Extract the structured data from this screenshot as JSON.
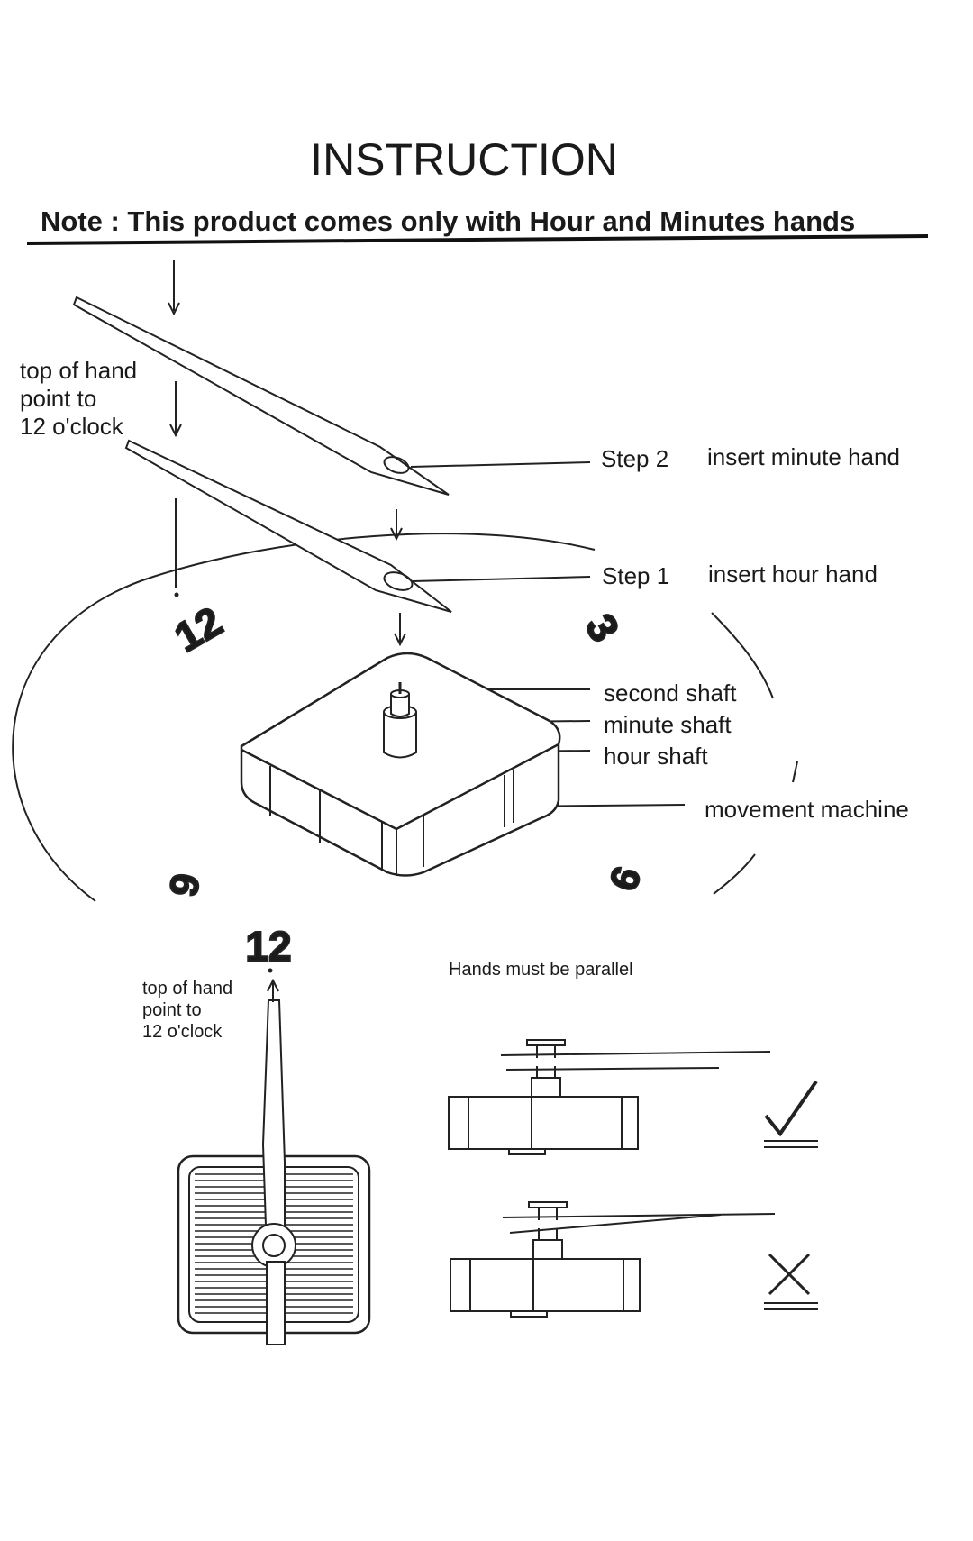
{
  "header": {
    "title": "INSTRUCTION",
    "note": "Note : This product comes only with Hour and Minutes hands"
  },
  "assembly": {
    "hand_tip_label": [
      "top of hand",
      "point to",
      "12 o'clock"
    ],
    "step2": {
      "step": "Step 2",
      "text": "insert minute hand"
    },
    "step1": {
      "step": "Step 1",
      "text": "insert hour hand"
    },
    "shafts": {
      "second": "second shaft",
      "minute": "minute shaft",
      "hour": "hour shaft"
    },
    "movement": "movement  machine",
    "dial_numbers": {
      "n12": "12",
      "n3": "3",
      "n6": "6",
      "n9": "9"
    }
  },
  "front_view": {
    "number": "12",
    "hand_tip_label": [
      "top of hand",
      "point to",
      "12 o'clock"
    ]
  },
  "parallel": {
    "title": "Hands must be parallel",
    "correct_mark": "check-icon",
    "wrong_mark": "cross-icon"
  }
}
